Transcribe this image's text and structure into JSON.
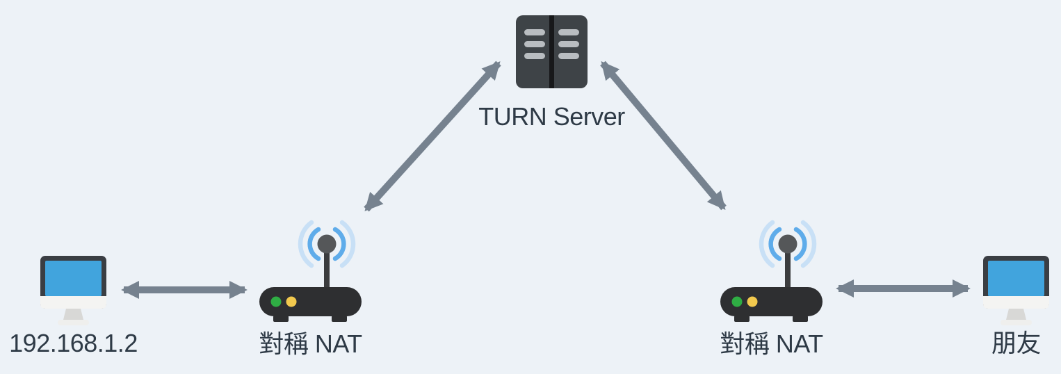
{
  "diagram": {
    "type": "network-topology",
    "description_visible_text_only": true,
    "nodes": [
      {
        "id": "client-left",
        "icon": "computer-icon",
        "label": "192.168.1.2"
      },
      {
        "id": "nat-left",
        "icon": "wifi-router-icon",
        "label": "對稱 NAT"
      },
      {
        "id": "turn-server",
        "icon": "server-icon",
        "label": "TURN Server"
      },
      {
        "id": "nat-right",
        "icon": "wifi-router-icon",
        "label": "對稱 NAT"
      },
      {
        "id": "client-right",
        "icon": "computer-icon",
        "label": "朋友"
      }
    ],
    "edges": [
      {
        "from": "client-left",
        "to": "nat-left",
        "style": "double-headed-arrow"
      },
      {
        "from": "nat-left",
        "to": "turn-server",
        "style": "double-headed-arrow"
      },
      {
        "from": "turn-server",
        "to": "nat-right",
        "style": "double-headed-arrow"
      },
      {
        "from": "nat-right",
        "to": "client-right",
        "style": "double-headed-arrow"
      }
    ]
  },
  "colors": {
    "background": "#EDF2F7",
    "arrow": "#76828F",
    "label_text": "#2E3A46",
    "server_body": "#3E4347",
    "server_divider": "#17181A",
    "server_slots": "#B9BDC1",
    "router_body": "#2E2F31",
    "router_antenna": "#555759",
    "router_led_green": "#2FAE44",
    "router_led_yellow": "#F2C94E",
    "wifi_wave_inner": "#5FACEA",
    "wifi_wave_outer": "#C8E0F6",
    "monitor_frame": "#3A3E43",
    "monitor_screen": "#41A4DD",
    "monitor_chin": "#F4F4F2",
    "monitor_stand": "#D8D8D6"
  }
}
